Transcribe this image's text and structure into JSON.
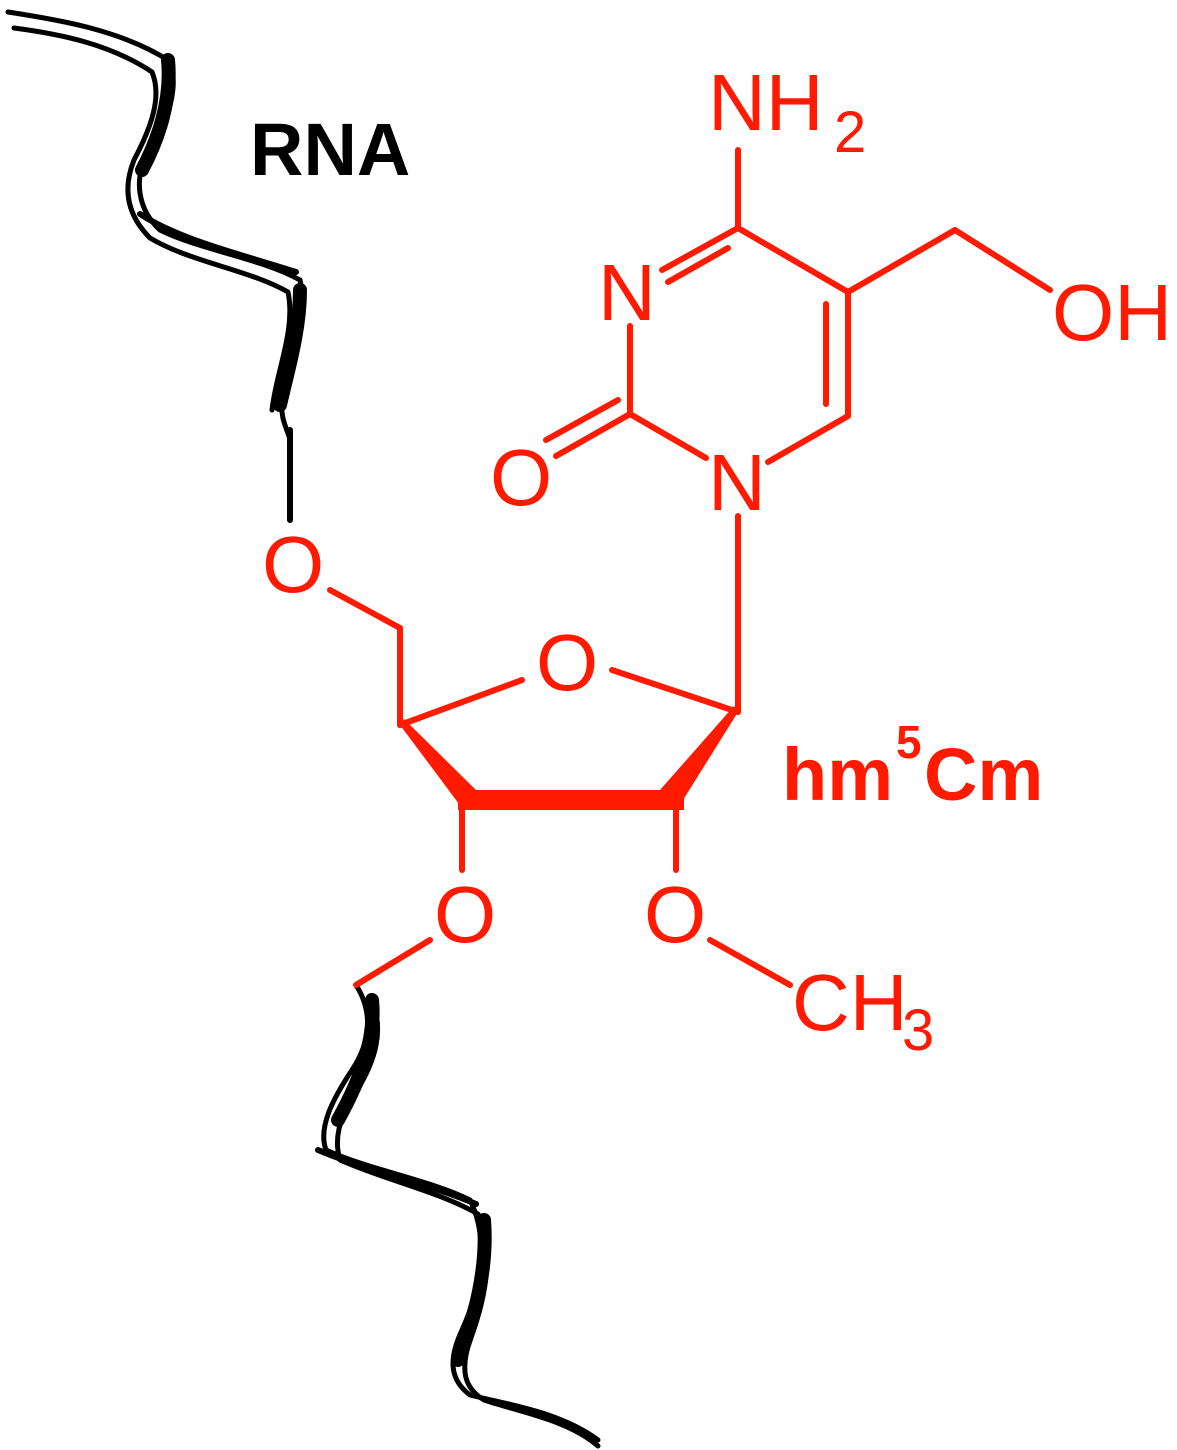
{
  "colors": {
    "molecule": "#ff1a00",
    "backbone": "#000000",
    "background": "#ffffff"
  },
  "labels": {
    "rna": "RNA",
    "compound_main": "hm",
    "compound_sup": "5",
    "compound_end": "Cm"
  },
  "atoms": {
    "amine_n": "NH",
    "amine_sub": "2",
    "ring_n3": "N",
    "ring_n1": "N",
    "carbonyl_o": "O",
    "hydroxyl": "OH",
    "o5prime": "O",
    "ring_o": "O",
    "o3prime": "O",
    "o2prime": "O",
    "methyl_c": "CH",
    "methyl_sub": "3"
  }
}
